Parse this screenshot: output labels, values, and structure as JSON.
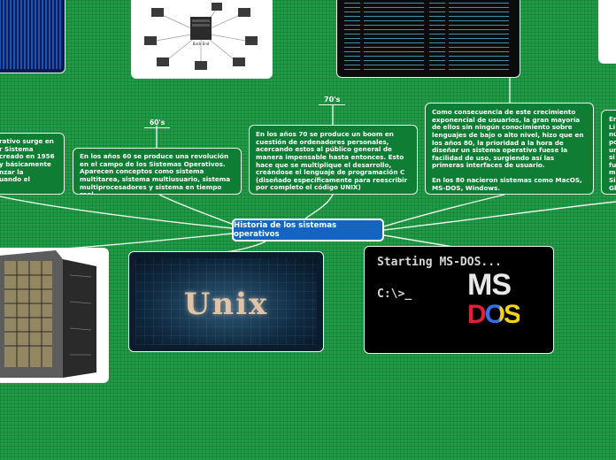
{
  "map": {
    "center_title": "Historia de los sistemas operativos",
    "tag_60s": "60's",
    "tag_70s": "70's",
    "node_left": "rativo surge en\nr Sistema\ncreado en 1956\ny básicamente\nnzar la\nuando el",
    "node_60s": "En los años 60 se produce una revolución en el campo de los Sistemas Operativos. Aparecen conceptos como sistema multitarea, sistema multiusuario, sistema multiprocesadores y sistema en tiempo real.",
    "node_70s": "En los años 70 se produce un boom en cuestión de ordenadores personales, acercando estos al público general de manera impensable hasta entonces. Esto hace que se multiplique el desarrollo, creándose el lenguaje de programación C (diseñado específicamente para reescribir por completo el código UNIX)",
    "node_80s_p1": "Como consecuencia de este crecimiento exponencial de usuarios, la gran mayoría de ellos sin ningún conocimiento sobre lenguajes de bajo o alto nivel, hizo que en los años 80, la prioridad a la hora de diseñar un sistema operativo fuese la facilidad de uso, surgiendo así las primeras interfaces de usuario.",
    "node_80s_p2": "En los 80 nacieron sistemas como MacOS, MS-DOS, Windows.",
    "node_right": "En\nLi\nnú\npo\nun\nsi\nfu\nm\nSi\nGl"
  },
  "images": {
    "unix_text": "Unix",
    "dos_line1": "Starting MS-DOS...",
    "dos_line2": "C:\\>_",
    "ms_text": "MS",
    "dos_text": "DOS",
    "server_label": "Back End"
  },
  "colors": {
    "background": "#1f9a45",
    "node_fill": "#0f7d33",
    "center_fill": "#1565c0",
    "link": "#e9f5ec"
  }
}
